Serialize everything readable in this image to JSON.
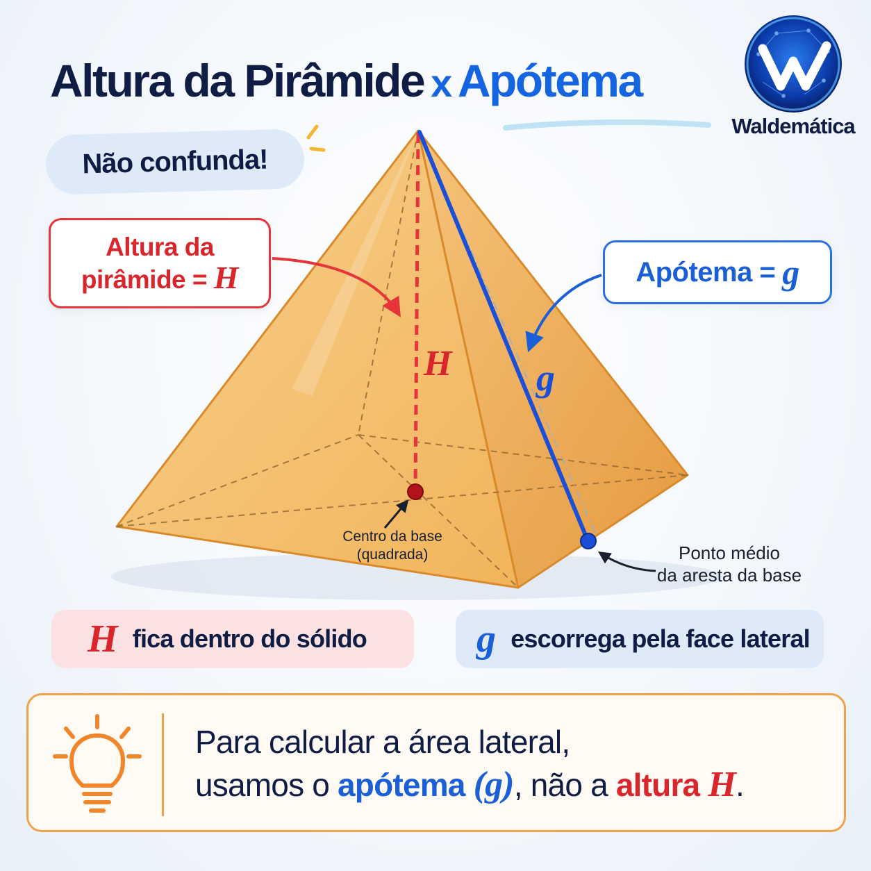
{
  "title": {
    "part1": "Altura da Pirâmide",
    "x": "x",
    "part2": "Apótema"
  },
  "logo": {
    "text": "Waldemática",
    "icon": "w-logo-icon"
  },
  "warning": "Não confunda!",
  "label_height": {
    "line1": "Altura da",
    "line2": "pirâmide =",
    "var": "H"
  },
  "label_apothem": {
    "text": "Apótema =",
    "var": "g"
  },
  "diagram": {
    "h_label": "H",
    "g_label": "g",
    "center_note": {
      "line1": "Centro da base",
      "line2": "(quadrada)"
    },
    "midpoint_note": {
      "line1": "Ponto médio",
      "line2": "da aresta da base"
    }
  },
  "facts": {
    "h": {
      "var": "H",
      "text": "fica dentro do sólido"
    },
    "g": {
      "var": "g",
      "text": "escorrega pela face lateral"
    }
  },
  "tip": {
    "line1": "Para calcular a área lateral,",
    "line2_a": "usamos o",
    "line2_kw1": "apótema",
    "line2_var1": "(g)",
    "line2_b": ", não a",
    "line2_kw2": "altura",
    "line2_var2": "H",
    "line2_end": "."
  },
  "colors": {
    "red": "#d9252c",
    "blue": "#1a5fd6",
    "navy": "#0f1d44",
    "orange": "#f3a04a",
    "pyramid": "#f5b95e"
  }
}
